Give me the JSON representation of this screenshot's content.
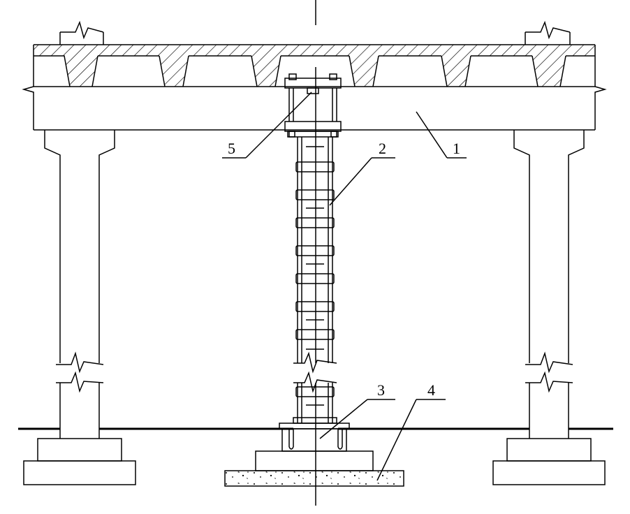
{
  "diagram": {
    "callouts": [
      {
        "id": "1",
        "label": "1"
      },
      {
        "id": "2",
        "label": "2"
      },
      {
        "id": "3",
        "label": "3"
      },
      {
        "id": "4",
        "label": "4"
      },
      {
        "id": "5",
        "label": "5"
      }
    ]
  },
  "style": {
    "stroke": "#000000",
    "background": "#ffffff",
    "hatch": "#000000"
  }
}
